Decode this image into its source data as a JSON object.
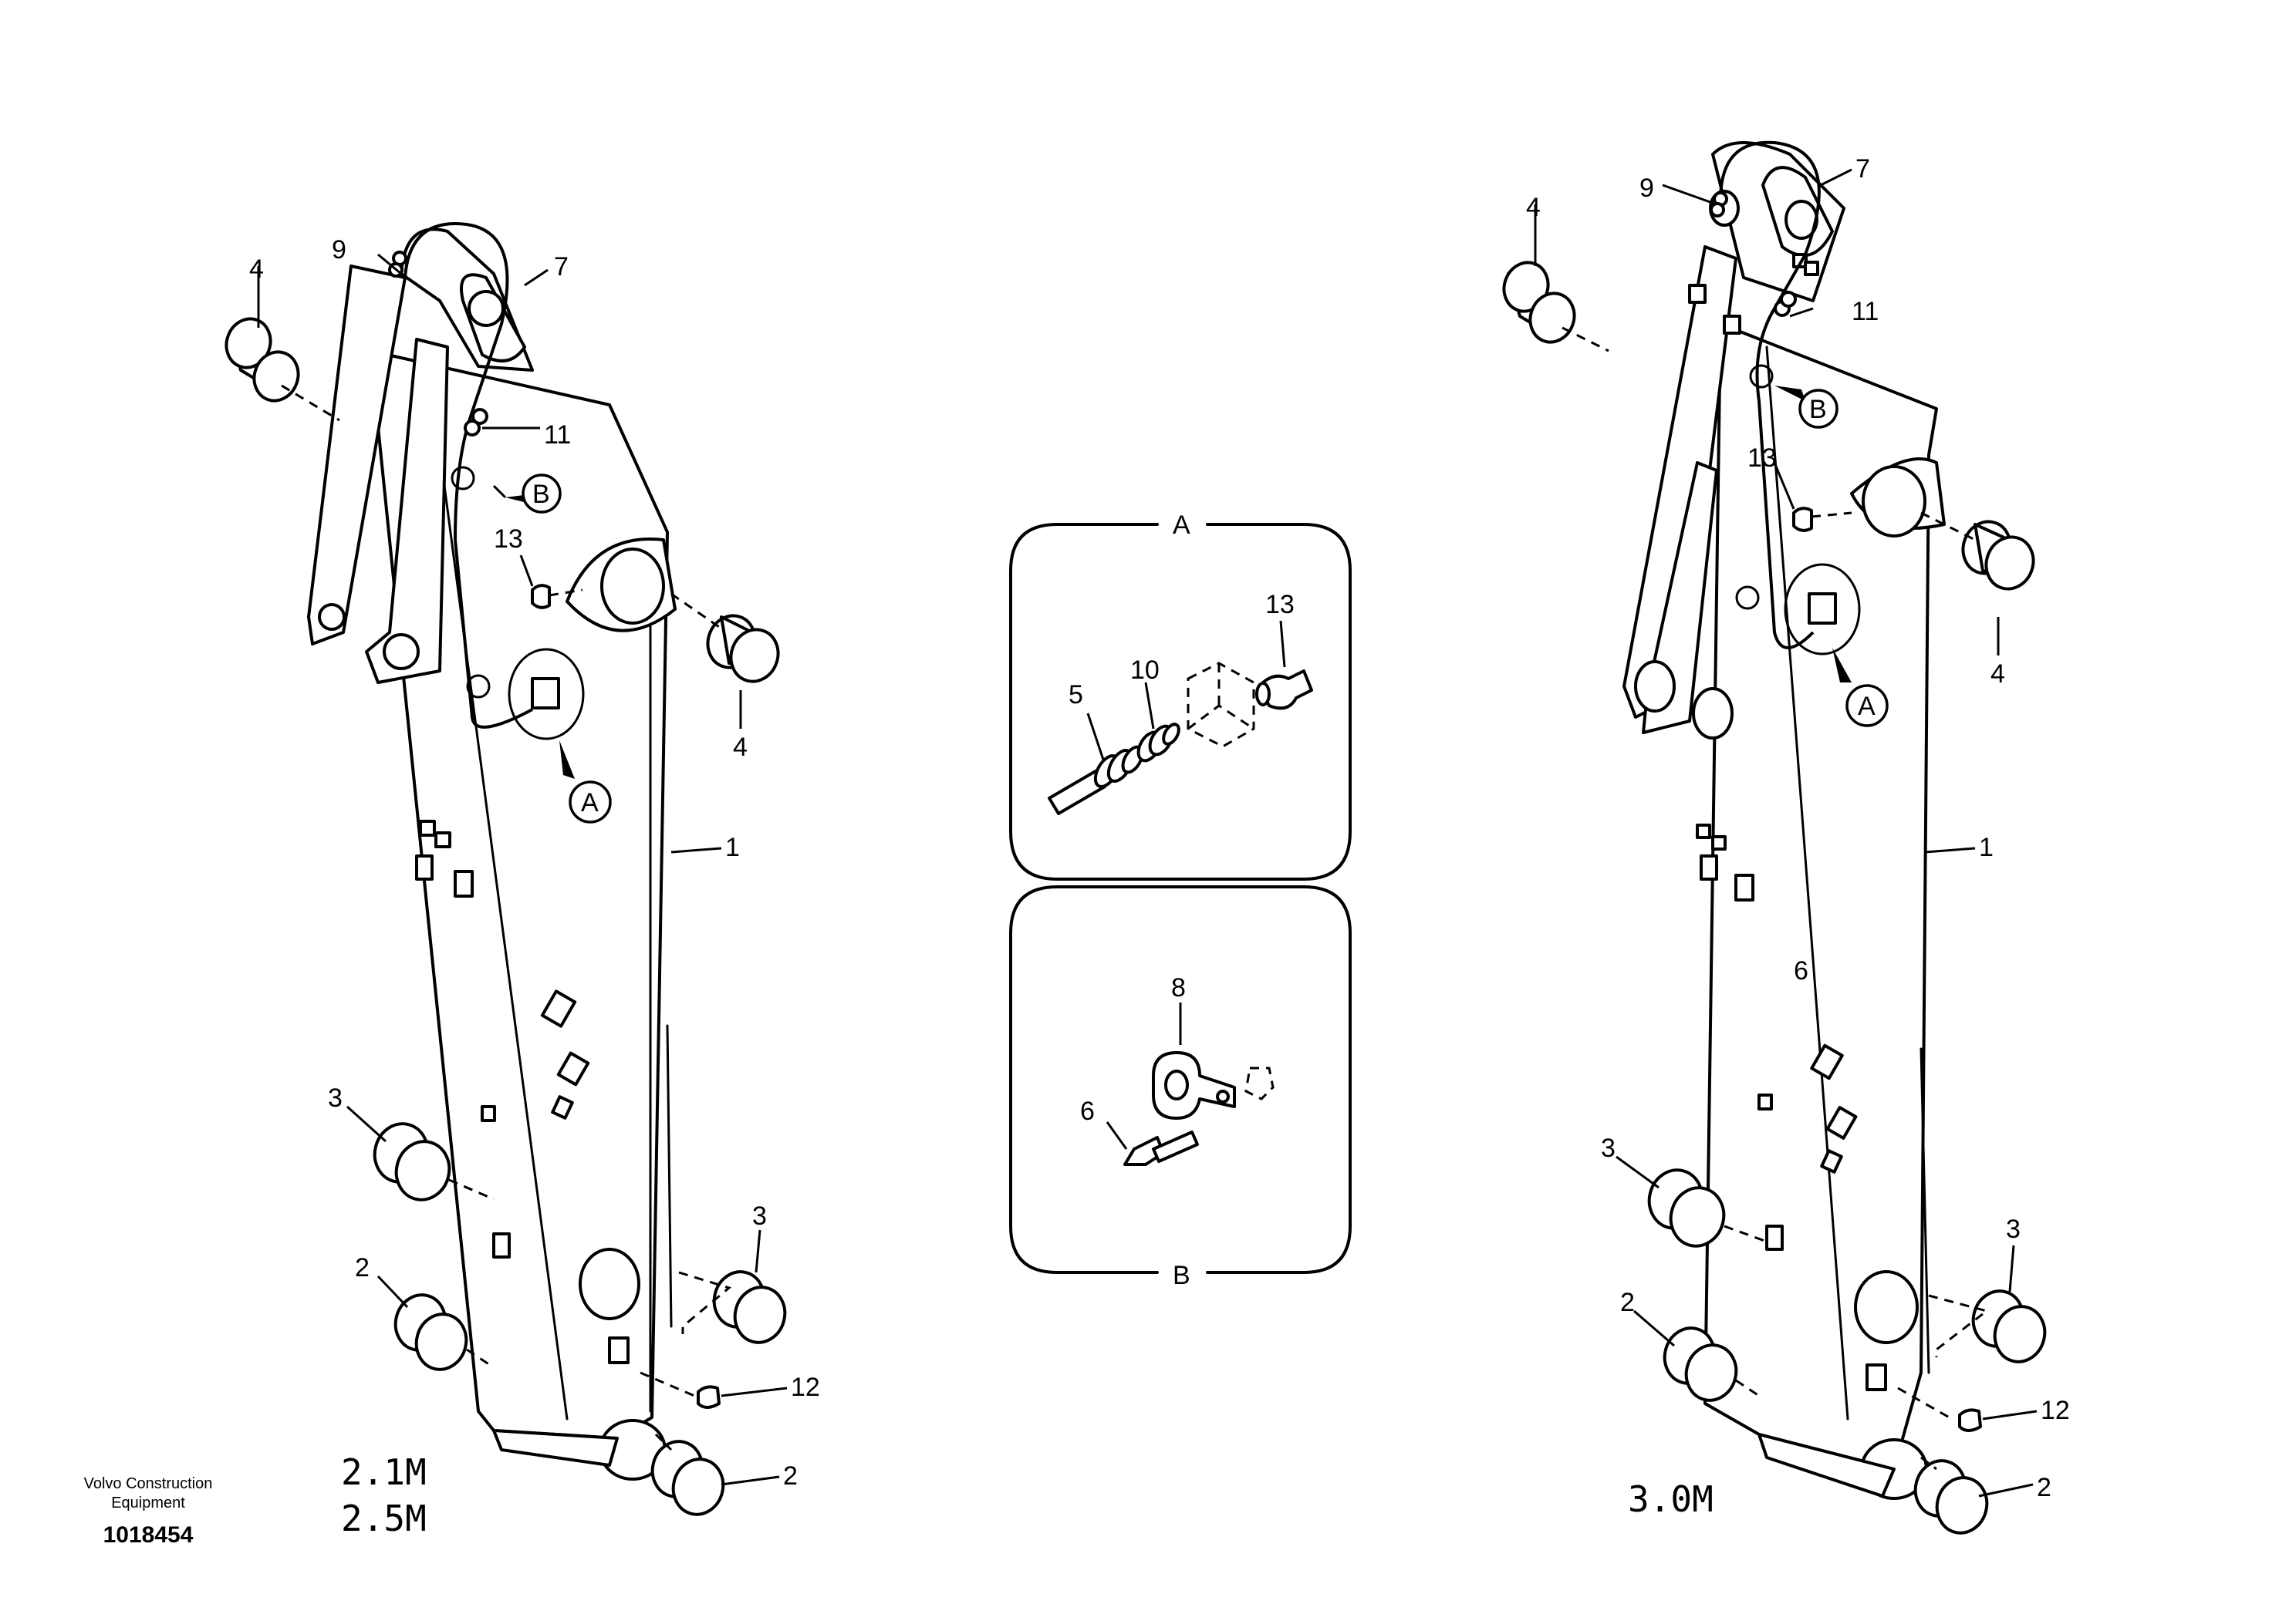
{
  "callouts": {
    "c1": "1",
    "c2": "2",
    "c3": "3",
    "c4": "4",
    "c5": "5",
    "c6": "6",
    "c7": "7",
    "c8": "8",
    "c9": "9",
    "c10": "10",
    "c11": "11",
    "c12": "12",
    "c13": "13"
  },
  "details": {
    "a": "A",
    "b": "B"
  },
  "variants": {
    "left_1": "2.1M",
    "left_2": "2.5M",
    "right": "3.0M"
  },
  "footer": {
    "brand_line1": "Volvo Construction",
    "brand_line2": "Equipment",
    "drawing_number": "1018454"
  }
}
